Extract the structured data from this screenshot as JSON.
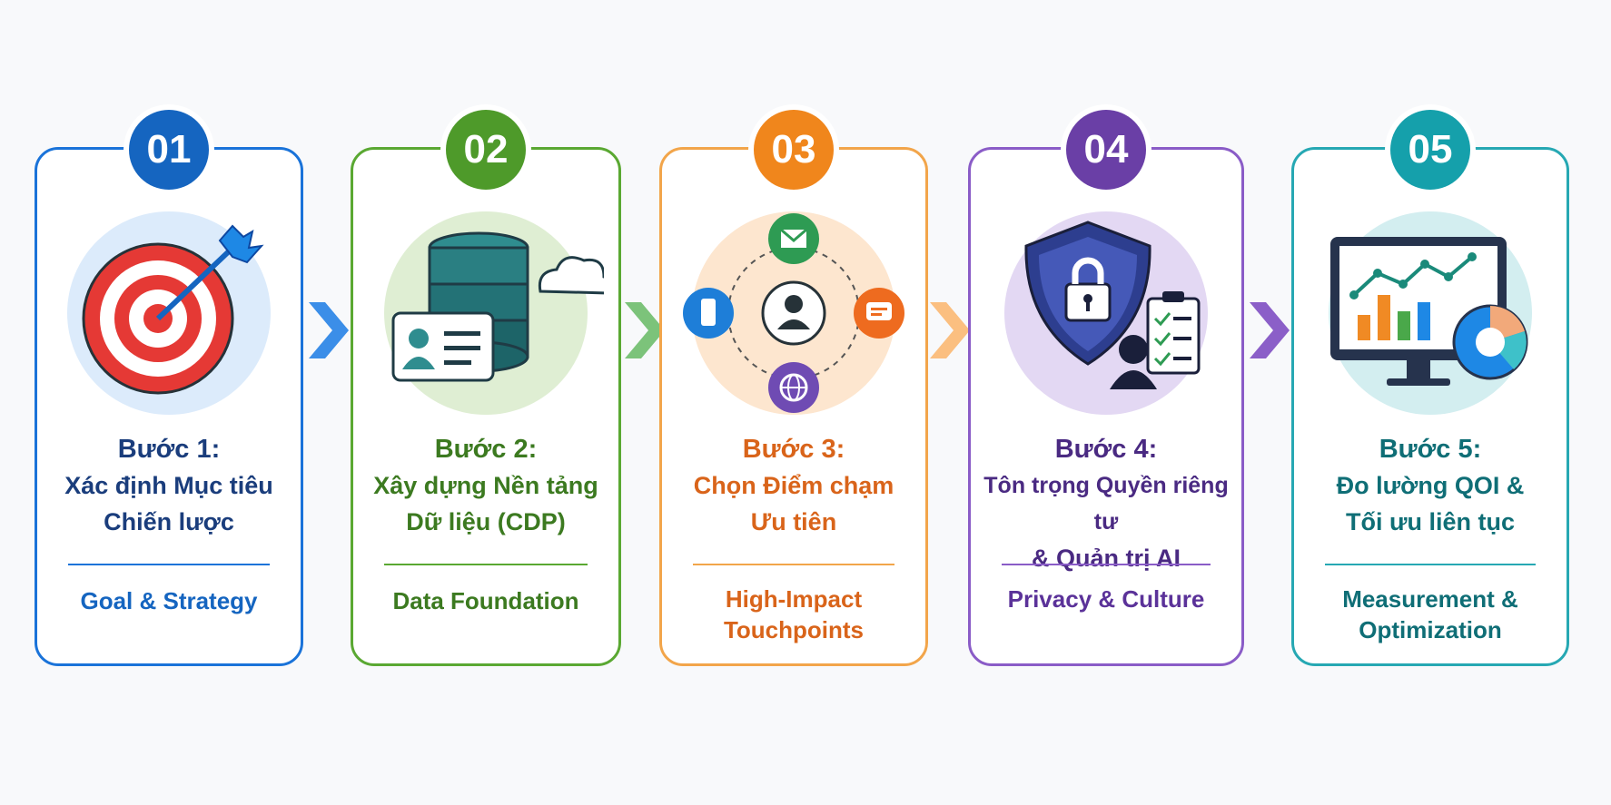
{
  "colors": {
    "blue": "#1565c0",
    "green": "#4e9a2a",
    "orange": "#e8761e",
    "purple": "#6a3fa6",
    "teal": "#15929c"
  },
  "steps": [
    {
      "number": "01",
      "step_label": "Bước 1:",
      "desc_line1": "Xác định Mục tiêu",
      "desc_line2": "Chiến lược",
      "english_line1": "Goal & Strategy",
      "english_line2": "",
      "icon": "target-arrow-icon"
    },
    {
      "number": "02",
      "step_label": "Bước 2:",
      "desc_line1": "Xây dựng Nền tảng",
      "desc_line2": "Dữ liệu (CDP)",
      "english_line1": "Data Foundation",
      "english_line2": "",
      "icon": "database-cloud-icon"
    },
    {
      "number": "03",
      "step_label": "Bước 3:",
      "desc_line1": "Chọn Điểm chạm",
      "desc_line2": "Ưu tiên",
      "english_line1": "High-Impact",
      "english_line2": "Touchpoints",
      "icon": "touchpoints-network-icon"
    },
    {
      "number": "04",
      "step_label": "Bước 4:",
      "desc_line1": "Tôn trọng Quyền riêng tư",
      "desc_line2": "& Quản trị AI",
      "english_line1": "Privacy & Culture",
      "english_line2": "",
      "icon": "shield-lock-icon"
    },
    {
      "number": "05",
      "step_label": "Bước 5:",
      "desc_line1": "Đo lường QOI &",
      "desc_line2": "Tối ưu liên tục",
      "english_line1": "Measurement &",
      "english_line2": "Optimization",
      "icon": "monitor-chart-icon"
    }
  ],
  "arrows": [
    "chevron-right-icon",
    "chevron-right-icon",
    "chevron-right-icon",
    "chevron-right-icon"
  ]
}
